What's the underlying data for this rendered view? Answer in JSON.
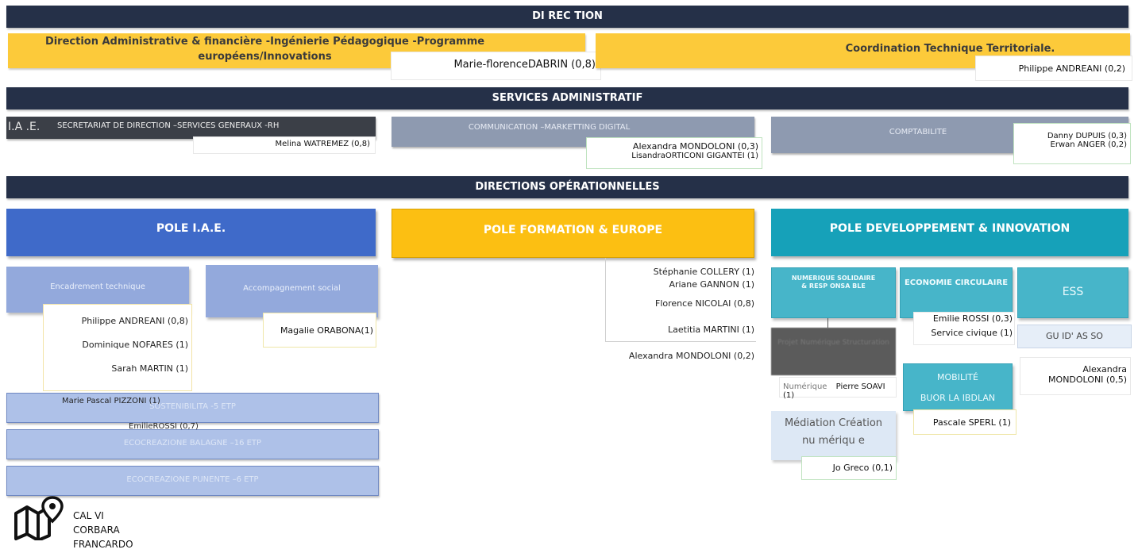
{
  "direction": {
    "title": "DI REC TION"
  },
  "admin_fin": {
    "title": "Direction Administrative & financière -Ingénierie Pédagogique -Programme européens/Innovations",
    "person": "Marie-florenceDABRIN (0,8)"
  },
  "coordination": {
    "title": "Coordination Technique Territoriale.",
    "person": "Philippe ANDREANI (0,2)"
  },
  "services_bar": {
    "title": "SERVICES ADMINISTRATIF"
  },
  "iae_label": "I.A .E.",
  "secretariat": {
    "title": "SECRETARIAT DE DIRECTION –SERVICES GENERAUX -RH",
    "person": "Melina WATREMEZ (0,8)"
  },
  "communication": {
    "title": "COMMUNICATION –MARKETTING DIGITAL",
    "people": [
      "Alexandra MONDOLONI (0,3)",
      "LisandraORTICONI GIGANTEI (1)"
    ]
  },
  "comptabilite": {
    "title": "COMPTABILITE",
    "people": [
      "Danny DUPUIS (0,3)",
      "Erwan ANGER (0,2)"
    ]
  },
  "operational_bar": {
    "title": "DIRECTIONS OPÉRATIONNELLES"
  },
  "pole_iae": {
    "title": "POLE I.A.E.",
    "encadrement": "Encadrement technique",
    "accompagnement": "Accompagnement social",
    "encadrement_people": [
      "Philippe ANDREANI (0,8)",
      "Dominique NOFARES (1)",
      "Sarah MARTIN (1)"
    ],
    "accompagnement_person": "Magalie ORABONA(1)",
    "stripes": [
      "SOSTENIBILITA -5 ETP",
      "ECOCREAZIONE BALAGNE –16 ETP",
      "ECOCREAZIONE PUNENTE –6 ETP"
    ],
    "overlay_people": [
      "Marie Pascal PIZZONI (1)",
      "EmilieROSSI (0,7)"
    ]
  },
  "pole_formation": {
    "title": "POLE FORMATION & EUROPE",
    "people": [
      "Stéphanie COLLERY (1)",
      "Ariane GANNON (1)",
      "Florence NICOLAI (0,8)",
      "Laetitia MARTINI (1)",
      "Alexandra MONDOLONI (0,2)"
    ]
  },
  "pole_dev": {
    "title": "POLE DEVELOPPEMENT & INNOVATION",
    "numerique": "NUMERIQUE SOLIDAIRE & RESP ONSA BLE",
    "economie": "ECONOMIE CIRCULAIRE",
    "ess": "ESS",
    "economie_people": [
      "Emilie ROSSI (0,3)",
      "Service civique (1)"
    ],
    "guidasso": "GU ID' AS SO",
    "guidasso_person": "Alexandra MONDOLONI (0,5)",
    "grey_box": "Projet Numérique Structuration",
    "numerique_person_prefix": "Numérique",
    "numerique_person": "Pierre SOAVI (1)",
    "mobilite": "MOBILITÉ",
    "mobilite_sub": "BUOR LA IBDLAN",
    "mobilite_person": "Pascale SPERL (1)",
    "mediation": "Médiation Création nu mériqu e",
    "mediation_person": "Jo Greco (0,1)"
  },
  "footer": {
    "icon": "map-pin-icon",
    "lines": [
      "CAL VI",
      "CORBARA",
      "FRANCARDO"
    ]
  }
}
